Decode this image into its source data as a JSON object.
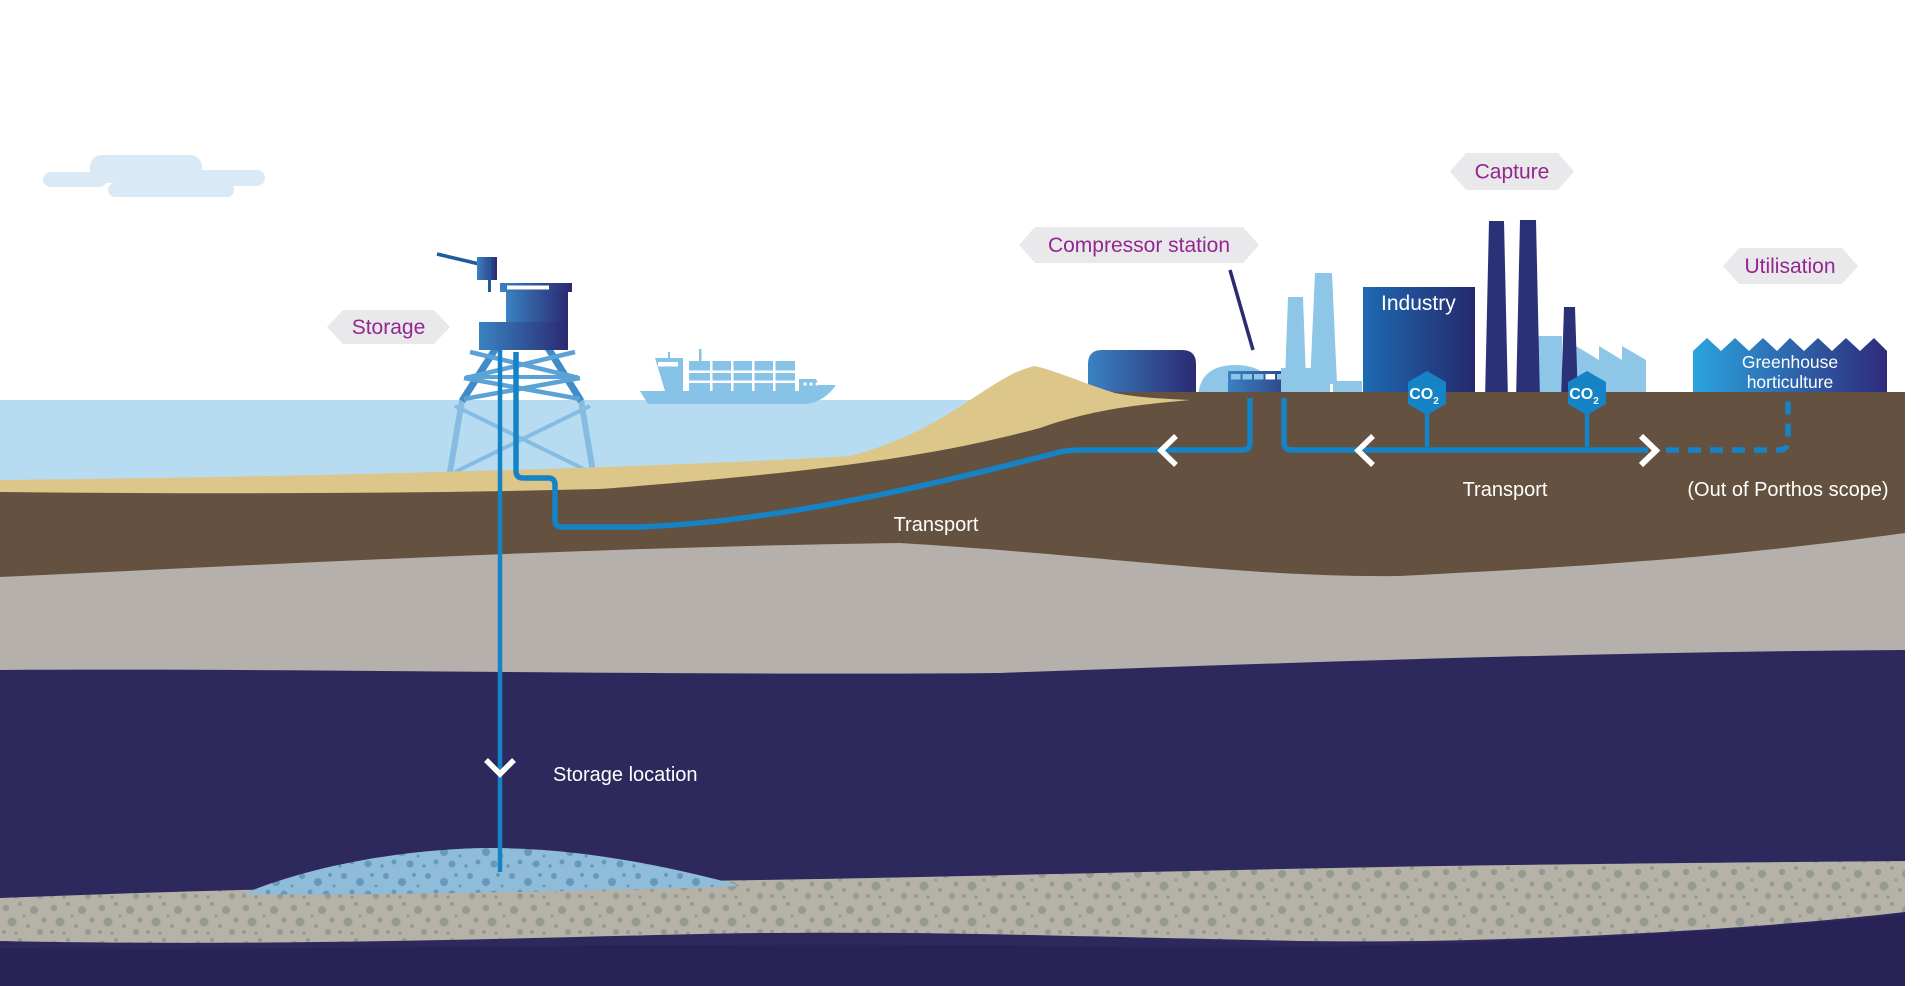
{
  "scene": {
    "badges": {
      "storage": "Storage",
      "compressor": "Compressor station",
      "capture": "Capture",
      "utilisation": "Utilisation"
    },
    "labels": {
      "industry": "Industry",
      "greenhouse_line1": "Greenhouse",
      "greenhouse_line2": "horticulture",
      "transport_sea": "Transport",
      "transport_land": "Transport",
      "out_of_scope": "(Out of Porthos scope)",
      "storage_location": "Storage location",
      "co2": "CO",
      "co2_sub": "2"
    },
    "colors": {
      "sea": "#b7dcf1",
      "cloud": "#d9eaf6",
      "sand": "#dcc689",
      "soil": "#64513f",
      "rock": "#b5b0ab",
      "deep": "#2d295c",
      "deep_bottom": "#292257",
      "gravel": "#b7b2a8",
      "gravel_dots": "#949b90",
      "reservoir": "#8fbcd9",
      "reservoir_dots": "#6699bb",
      "pipeline": "#1583c5",
      "light_blue": "#8ec6e8",
      "chimney": "#2b3176",
      "badge_bg": "#e9e9eb",
      "badge_text": "#93278f",
      "ship": "#87c3e6",
      "white": "#ffffff"
    }
  }
}
